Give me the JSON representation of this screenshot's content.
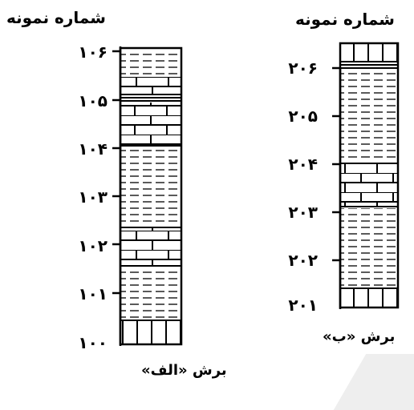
{
  "header_label": "شماره نمونه",
  "section_a": {
    "caption": "برش «الف»",
    "ticks": [
      "۱۰۶",
      "۱۰۵",
      "۱۰۴",
      "۱۰۳",
      "۱۰۲",
      "۱۰۱",
      "۱۰۰"
    ]
  },
  "section_b": {
    "caption": "برش «ب»",
    "ticks": [
      "۲۰۶",
      "۲۰۵",
      "۲۰۴",
      "۲۰۳",
      "۲۰۲",
      "۲۰۱"
    ]
  }
}
